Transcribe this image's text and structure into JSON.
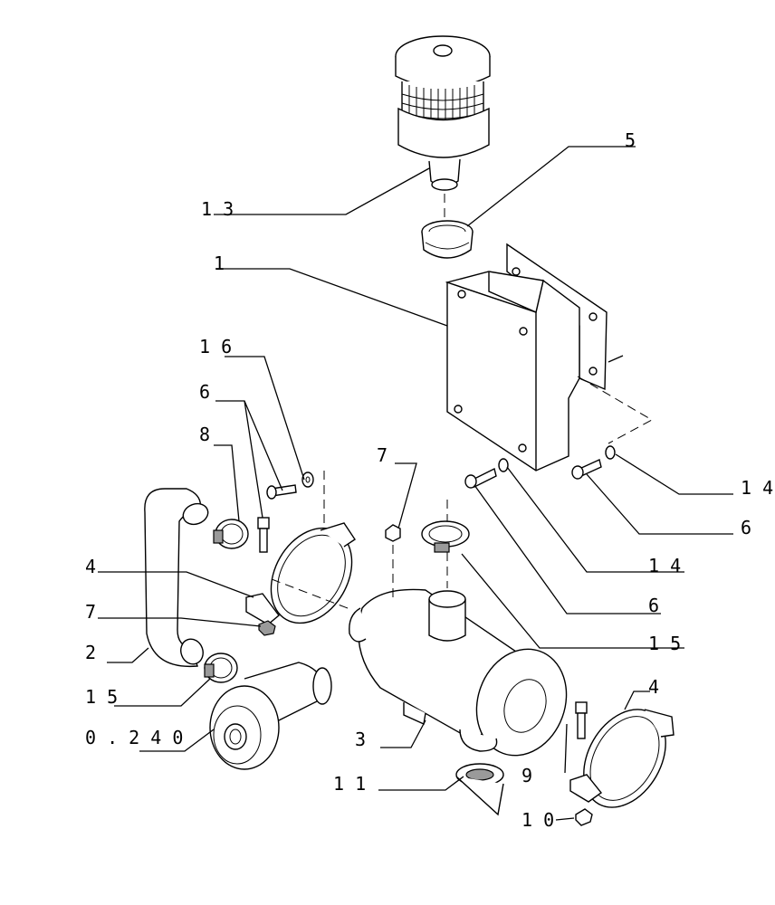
{
  "callouts": [
    {
      "id": "c5",
      "text": "5"
    },
    {
      "id": "c13",
      "text": "1 3"
    },
    {
      "id": "c1",
      "text": "1"
    },
    {
      "id": "c16",
      "text": "1 6"
    },
    {
      "id": "c6a",
      "text": "6"
    },
    {
      "id": "c8",
      "text": "8"
    },
    {
      "id": "c7a",
      "text": "7"
    },
    {
      "id": "c14a",
      "text": "1 4"
    },
    {
      "id": "c6b",
      "text": "6"
    },
    {
      "id": "c4a",
      "text": "4"
    },
    {
      "id": "c7b",
      "text": "7"
    },
    {
      "id": "c2",
      "text": "2"
    },
    {
      "id": "c14b",
      "text": "1 4"
    },
    {
      "id": "c6c",
      "text": "6"
    },
    {
      "id": "c15a",
      "text": "1 5"
    },
    {
      "id": "c15b",
      "text": "1 5"
    },
    {
      "id": "c0240",
      "text": "0 . 2 4 0"
    },
    {
      "id": "c3",
      "text": "3"
    },
    {
      "id": "c4b",
      "text": "4"
    },
    {
      "id": "c9",
      "text": "9"
    },
    {
      "id": "c11",
      "text": "1 1"
    },
    {
      "id": "c10",
      "text": "1 0"
    }
  ]
}
